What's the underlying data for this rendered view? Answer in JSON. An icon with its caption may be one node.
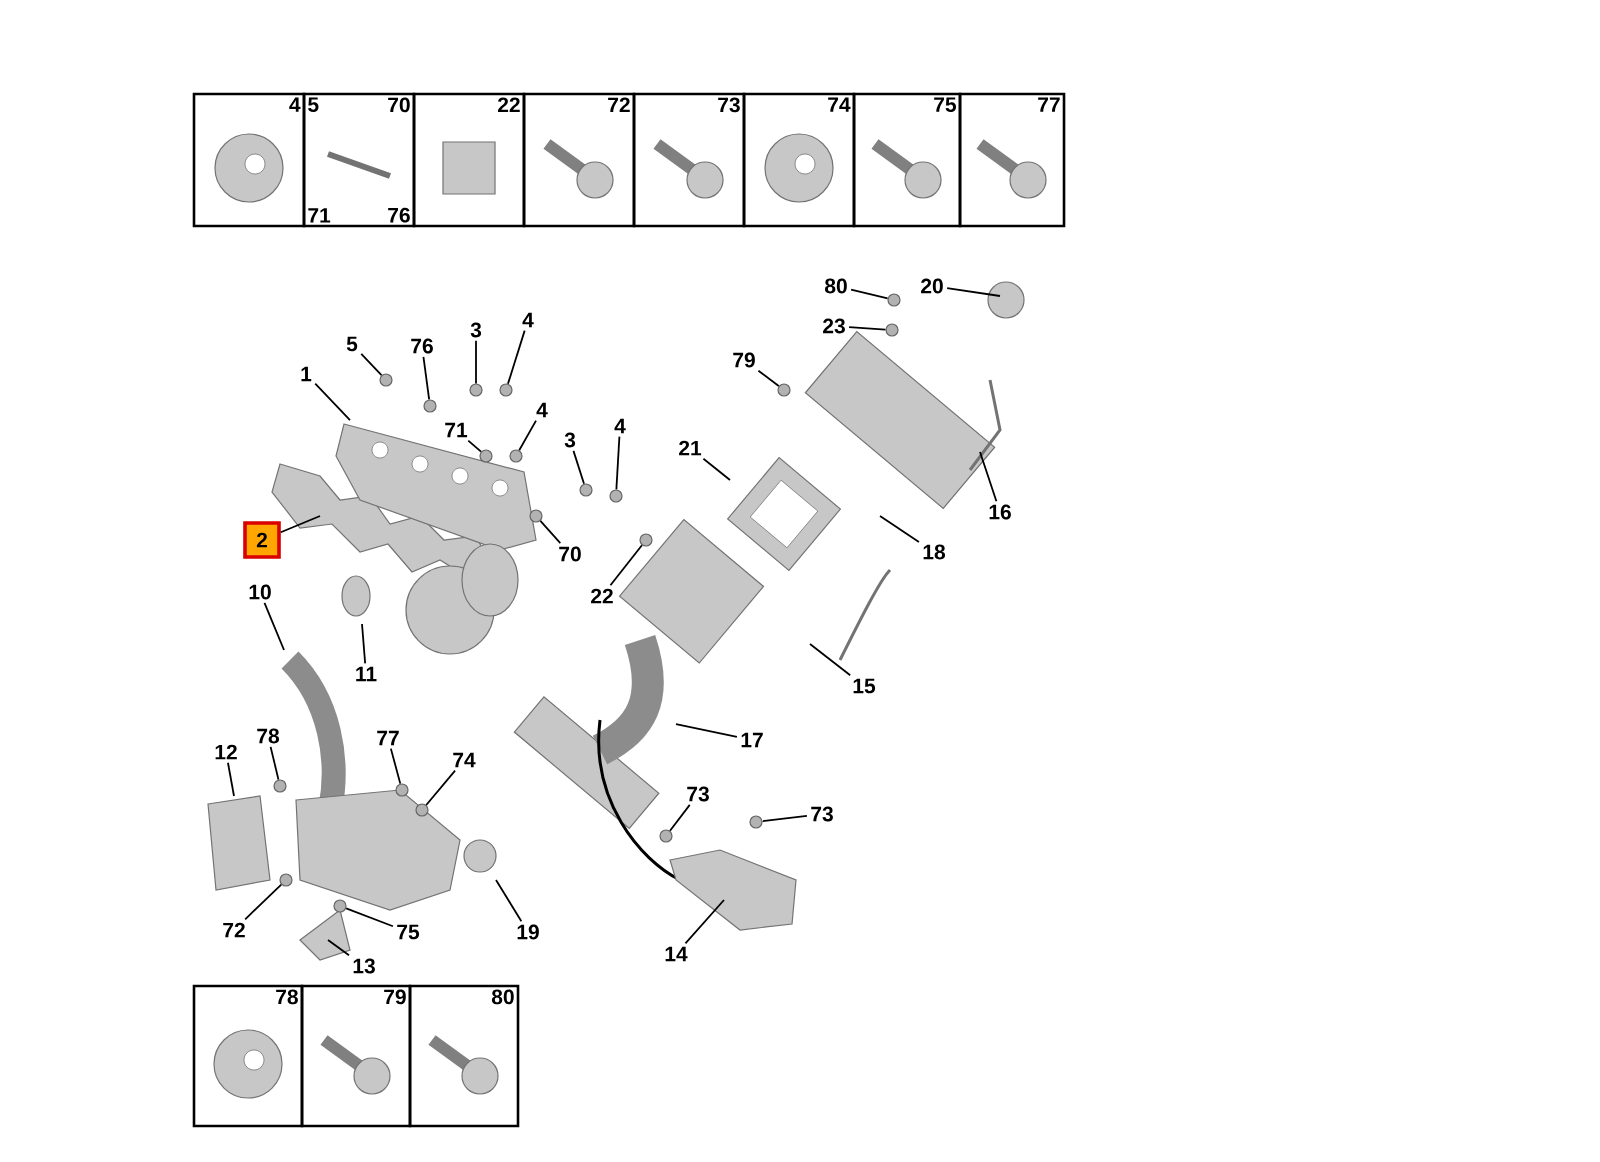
{
  "diagram": {
    "nodes": [
      {
        "text": [
          "4"
        ]
      },
      {
        "text": [
          "5",
          "70",
          "71",
          "76"
        ]
      },
      {
        "text": [
          "22"
        ]
      },
      {
        "text": [
          "72"
        ]
      },
      {
        "text": [
          "73"
        ]
      },
      {
        "text": [
          "74"
        ]
      },
      {
        "text": [
          "75"
        ]
      },
      {
        "text": [
          "77"
        ]
      },
      {
        "text": [
          "80"
        ]
      },
      {
        "text": [
          "20"
        ]
      },
      {
        "text": [
          "4"
        ]
      },
      {
        "text": [
          "23"
        ]
      },
      {
        "text": [
          "3"
        ]
      },
      {
        "text": [
          "5"
        ]
      },
      {
        "text": [
          "76"
        ]
      },
      {
        "text": [
          "79"
        ]
      },
      {
        "text": [
          "1"
        ]
      },
      {
        "text": [
          "4"
        ]
      },
      {
        "text": [
          "4"
        ]
      },
      {
        "text": [
          "71"
        ]
      },
      {
        "text": [
          "3"
        ]
      },
      {
        "text": [
          "21"
        ]
      },
      {
        "text": [
          "16"
        ]
      },
      {
        "text": [
          "2"
        ]
      },
      {
        "text": [
          "18"
        ]
      },
      {
        "text": [
          "70"
        ]
      },
      {
        "text": [
          "10"
        ]
      },
      {
        "text": [
          "22"
        ]
      },
      {
        "text": [
          "11"
        ]
      },
      {
        "text": [
          "15"
        ]
      },
      {
        "text": [
          "78"
        ]
      },
      {
        "text": [
          "77"
        ]
      },
      {
        "text": [
          "17"
        ]
      },
      {
        "text": [
          "12"
        ]
      },
      {
        "text": [
          "74"
        ]
      },
      {
        "text": [
          "73"
        ]
      },
      {
        "text": [
          "73"
        ]
      },
      {
        "text": [
          "72"
        ]
      },
      {
        "text": [
          "75"
        ]
      },
      {
        "text": [
          "19"
        ]
      },
      {
        "text": [
          "14"
        ]
      },
      {
        "text": [
          "13"
        ]
      },
      {
        "text": [
          "78"
        ]
      },
      {
        "text": [
          "79"
        ]
      },
      {
        "text": [
          "80"
        ]
      },
      {
        "text": [],
        "shape": "circle"
      },
      {
        "text": [],
        "shape": "circle"
      },
      {
        "text": [],
        "shape": "circle"
      },
      {
        "text": [],
        "shape": "circle"
      },
      {
        "text": [],
        "shape": "circle"
      },
      {
        "text": [],
        "shape": "circle"
      },
      {
        "text": [],
        "shape": "circle"
      },
      {
        "text": [],
        "shape": "circle"
      },
      {
        "text": [],
        "shape": "circle"
      },
      {
        "text": [],
        "shape": "circle"
      },
      {
        "text": [],
        "shape": "circle"
      },
      {
        "text": [],
        "shape": "circle"
      },
      {
        "text": [],
        "shape": "circle"
      },
      {
        "text": [],
        "shape": "circle"
      },
      {
        "text": [],
        "shape": "circle"
      },
      {
        "text": [],
        "shape": "circle"
      },
      {
        "text": [],
        "shape": "circle"
      },
      {
        "text": [],
        "shape": "circle"
      },
      {
        "text": [],
        "shape": "circle"
      },
      {
        "text": [],
        "shape": "circle"
      }
    ],
    "edges": [
      {
        "from": 8,
        "to": 45,
        "arrow": "none"
      },
      {
        "from": 9,
        "to": null,
        "arrow": "none"
      },
      {
        "from": 10,
        "to": 49,
        "arrow": "none"
      },
      {
        "from": 11,
        "to": 46,
        "arrow": "none"
      },
      {
        "from": 12,
        "to": 48,
        "arrow": "none"
      },
      {
        "from": 13,
        "to": 47,
        "arrow": "none"
      },
      {
        "from": 14,
        "to": 51,
        "arrow": "none"
      },
      {
        "from": 15,
        "to": 50,
        "arrow": "none"
      },
      {
        "from": 16,
        "to": null,
        "arrow": "none"
      },
      {
        "from": 17,
        "to": 53,
        "arrow": "none"
      },
      {
        "from": 18,
        "to": 55,
        "arrow": "none"
      },
      {
        "from": 19,
        "to": 52,
        "arrow": "none"
      },
      {
        "from": 20,
        "to": 54,
        "arrow": "none"
      },
      {
        "from": 21,
        "to": null,
        "arrow": "none"
      },
      {
        "from": 22,
        "to": null,
        "arrow": "none"
      },
      {
        "from": 23,
        "to": null,
        "arrow": "none"
      },
      {
        "from": 24,
        "to": null,
        "arrow": "none"
      },
      {
        "from": 25,
        "to": 56,
        "arrow": "none"
      },
      {
        "from": 26,
        "to": null,
        "arrow": "none"
      },
      {
        "from": 27,
        "to": 57,
        "arrow": "none"
      },
      {
        "from": 28,
        "to": null,
        "arrow": "none"
      },
      {
        "from": 29,
        "to": null,
        "arrow": "none"
      },
      {
        "from": 30,
        "to": 58,
        "arrow": "none"
      },
      {
        "from": 31,
        "to": 59,
        "arrow": "none"
      },
      {
        "from": 32,
        "to": null,
        "arrow": "none"
      },
      {
        "from": 33,
        "to": null,
        "arrow": "none"
      },
      {
        "from": 34,
        "to": 60,
        "arrow": "none"
      },
      {
        "from": 35,
        "to": 62,
        "arrow": "none"
      },
      {
        "from": 36,
        "to": 61,
        "arrow": "none"
      },
      {
        "from": 37,
        "to": 63,
        "arrow": "none"
      },
      {
        "from": 38,
        "to": 64,
        "arrow": "none"
      },
      {
        "from": 39,
        "to": null,
        "arrow": "none"
      },
      {
        "from": 40,
        "to": null,
        "arrow": "none"
      },
      {
        "from": 41,
        "to": null,
        "arrow": "none"
      }
    ]
  }
}
